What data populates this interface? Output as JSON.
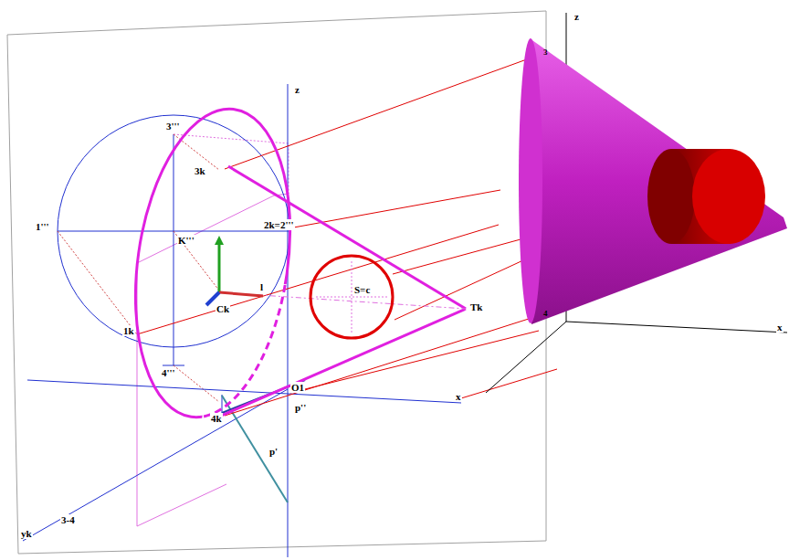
{
  "diagram": {
    "nodes": [
      {
        "text": [
          "S=c"
        ]
      }
    ],
    "labels": [
      "z",
      "3'''",
      "3k",
      "1'''",
      "K'''",
      "2k=2'''",
      "1k",
      "Ck",
      "l",
      "Tk",
      "4'''",
      "4k",
      "O1",
      "p''",
      "p'",
      "x",
      "yk",
      "3-4",
      "z",
      "x",
      "3",
      "4"
    ]
  }
}
